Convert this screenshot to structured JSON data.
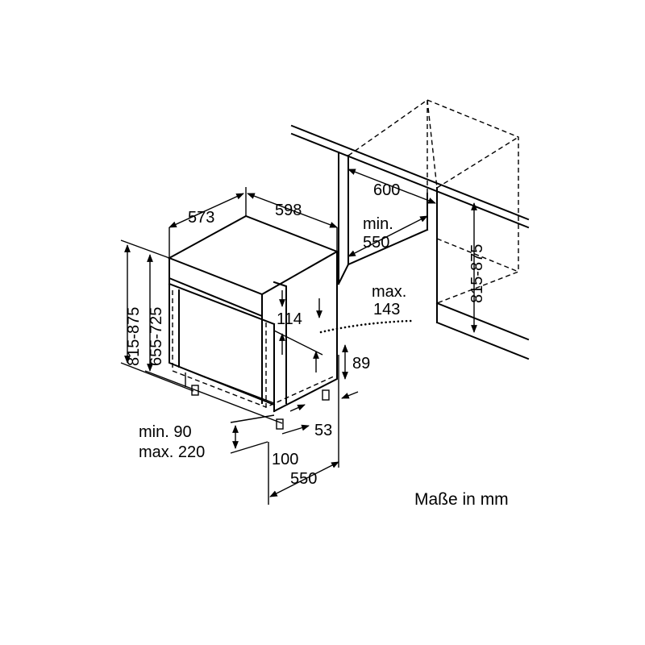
{
  "dimensions": {
    "depth": "573",
    "width": "598",
    "niche_width": "600",
    "niche_depth_min_1": "min.",
    "niche_depth_min_2": "550",
    "niche_height": "815-875",
    "height_total": "815-875",
    "height_body": "655-725",
    "panel_height": "114",
    "door_max_1": "max.",
    "door_max_2": "143",
    "plinth_height": "89",
    "plinth_recess": "53",
    "foot_range_1": "min. 90",
    "foot_range_2": "max. 220",
    "foot_offset": "100",
    "depth_bottom": "550"
  },
  "units_note": "Maße in mm"
}
